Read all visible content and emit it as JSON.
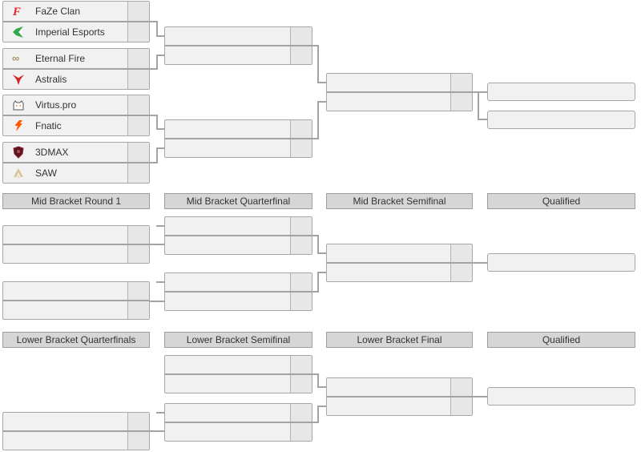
{
  "page_title": "Tournament Bracket",
  "colors": {
    "background": "#ffffff",
    "match_bg": "#f1f1f1",
    "score_bg": "#e7e7e7",
    "border": "#a7a7a7",
    "connector": "#a3a3a3",
    "header_bg": "#d6d6d6",
    "text": "#333333"
  },
  "upper_bracket": {
    "matches": [
      {
        "teams": [
          {
            "name": "FaZe Clan",
            "score": "",
            "icon": "faze-clan-logo",
            "icon_color": "#e0272c"
          },
          {
            "name": "Imperial Esports",
            "score": "",
            "icon": "imperial-esports-logo",
            "icon_color": "#2faa4a"
          }
        ]
      },
      {
        "teams": [
          {
            "name": "Eternal Fire",
            "score": "",
            "icon": "eternal-fire-logo",
            "icon_color": "#a3946a"
          },
          {
            "name": "Astralis",
            "score": "",
            "icon": "astralis-logo",
            "icon_color": "#d6222a"
          }
        ]
      },
      {
        "teams": [
          {
            "name": "Virtus.pro",
            "score": "",
            "icon": "virtus-pro-logo",
            "icon_color": "#e66b1f"
          },
          {
            "name": "Fnatic",
            "score": "",
            "icon": "fnatic-logo",
            "icon_color": "#ff5900"
          }
        ]
      },
      {
        "teams": [
          {
            "name": "3DMAX",
            "score": "",
            "icon": "3dmax-logo",
            "icon_color": "#5d1423"
          },
          {
            "name": "SAW",
            "score": "",
            "icon": "saw-logo",
            "icon_color": "#d3c48e"
          }
        ]
      }
    ]
  },
  "mid_bracket": {
    "headers": [
      "Mid Bracket Round 1",
      "Mid Bracket Quarterfinal",
      "Mid Bracket Semifinal",
      "Qualified"
    ]
  },
  "lower_bracket": {
    "headers": [
      "Lower Bracket Quarterfinals",
      "Lower Bracket Semifinal",
      "Lower Bracket Final",
      "Qualified"
    ]
  }
}
